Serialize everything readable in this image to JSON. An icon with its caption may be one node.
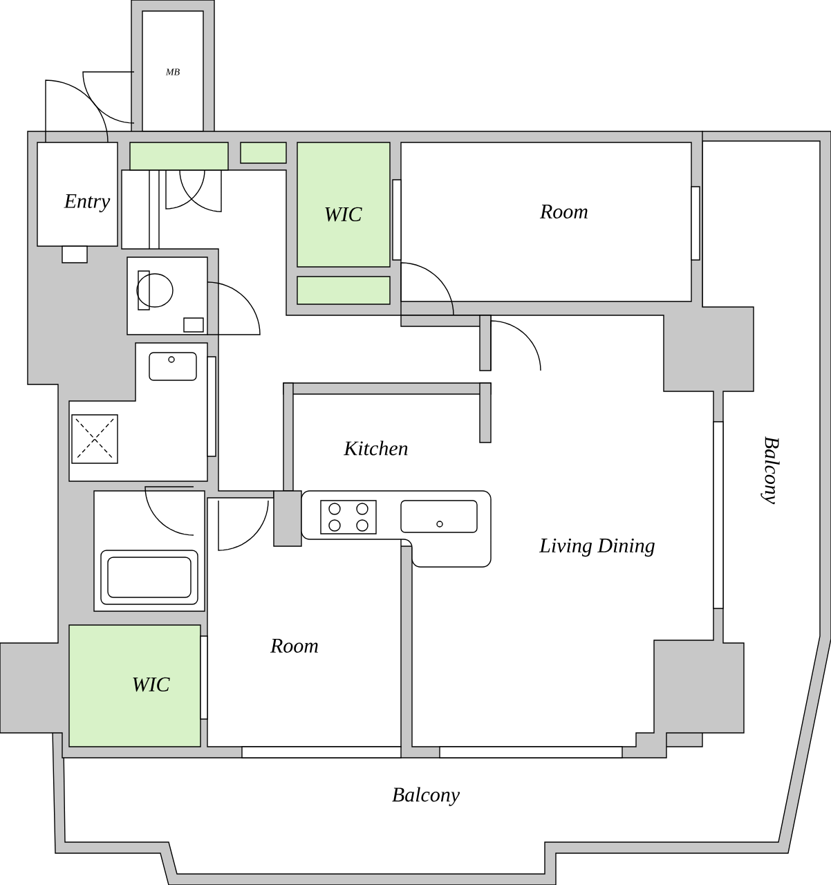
{
  "diagram": {
    "labels": [
      "MB",
      "Entry",
      "WIC",
      "Room",
      "Kitchen",
      "Balcony",
      "Living Dining",
      "Room",
      "WIC",
      "Balcony"
    ]
  }
}
